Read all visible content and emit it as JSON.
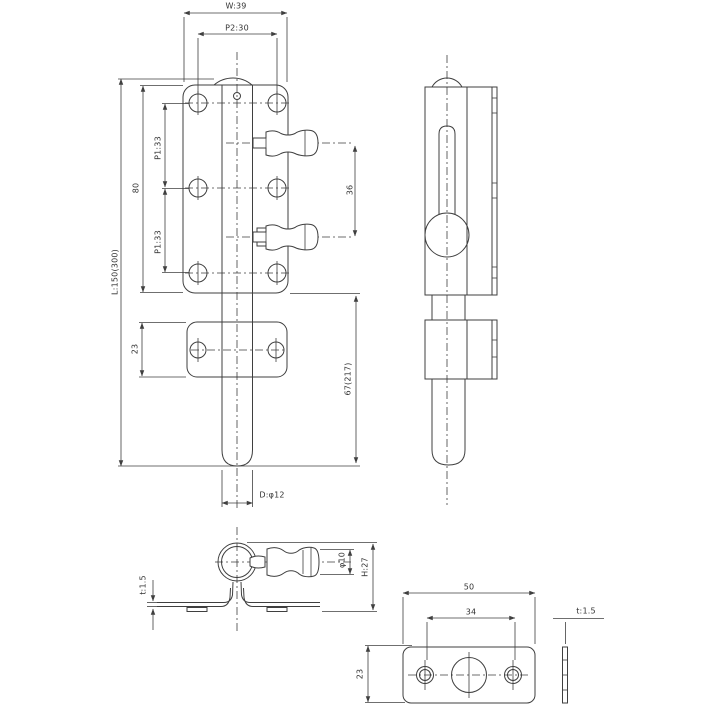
{
  "drawing": {
    "type": "technical-drawing",
    "subject": "barrel bolt latch, front view, side view, handle section detail and strike plate detail",
    "colors": {
      "line": "#3f3f3f",
      "text": "#333333",
      "background": "#ffffff"
    },
    "dimensions": {
      "front": {
        "width": "W:39",
        "hole_pitch_top": "P2:30",
        "length": "L:150(300)",
        "body_height": "80",
        "hole_pitch_upper": "P1:33",
        "hole_pitch_lower": "P1:33",
        "knob_travel": "36",
        "keeper_height": "23",
        "bolt_extension": "67(217)",
        "bolt_diameter": "D:φ12"
      },
      "handle_detail": {
        "thickness": "t:1.5",
        "knob_diameter": "φ10",
        "height": "H:27"
      },
      "strike_plate": {
        "width": "50",
        "hole_pitch": "34",
        "height": "23",
        "thickness": "t:1.5"
      }
    }
  }
}
